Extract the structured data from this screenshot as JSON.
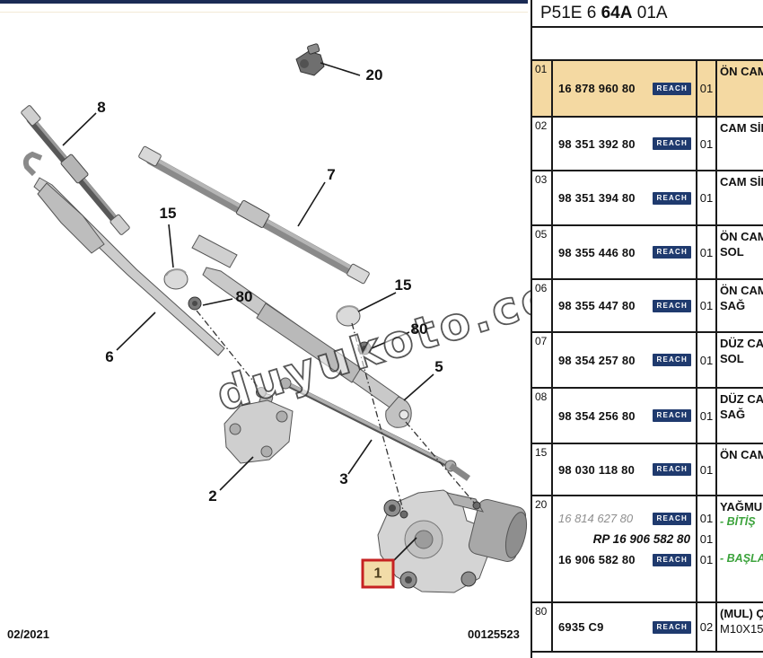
{
  "header": {
    "code": [
      "P51E 6 ",
      "64A",
      " 01A"
    ]
  },
  "reach_label": "REACH",
  "watermark": "duyukoto.com",
  "footer": {
    "date": "02/2021",
    "doc_number": "00125523"
  },
  "colors": {
    "row_highlight": "#F4D9A2",
    "reach_badge_bg": "#1F3A6E",
    "callout_box_border": "#C62222",
    "callout_box_fill": "#F2DCA8",
    "green_note": "#3CA33C",
    "top_bar_navy": "#1B2B55"
  },
  "diagram": {
    "callouts": [
      {
        "label": "20"
      },
      {
        "label": "8"
      },
      {
        "label": "7"
      },
      {
        "label": "6"
      },
      {
        "label": "15"
      },
      {
        "label": "80"
      },
      {
        "label": "15"
      },
      {
        "label": "80"
      },
      {
        "label": "5"
      },
      {
        "label": "3"
      },
      {
        "label": "2"
      },
      {
        "label": "1"
      }
    ]
  },
  "table": {
    "rows": [
      {
        "item": "01",
        "highlight": true,
        "lines": [
          {
            "number": "16 878 960 80",
            "qty": "01",
            "reach": true
          }
        ],
        "desc": [
          {
            "text": "ÖN CAM"
          }
        ]
      },
      {
        "item": "02",
        "lines": [
          {
            "number": "98 351 392 80",
            "qty": "01",
            "reach": true
          }
        ],
        "desc": [
          {
            "text": "CAM SİL"
          }
        ]
      },
      {
        "item": "03",
        "lines": [
          {
            "number": "98 351 394 80",
            "qty": "01",
            "reach": true
          }
        ],
        "desc": [
          {
            "text": "CAM SİL"
          }
        ]
      },
      {
        "item": "05",
        "lines": [
          {
            "number": "98 355 446 80",
            "qty": "01",
            "reach": true
          }
        ],
        "desc": [
          {
            "text": "ÖN CAM"
          },
          {
            "text": "SOL"
          }
        ]
      },
      {
        "item": "06",
        "lines": [
          {
            "number": "98 355 447 80",
            "qty": "01",
            "reach": true
          }
        ],
        "desc": [
          {
            "text": "ÖN CAM"
          },
          {
            "text": "SAĞ"
          }
        ]
      },
      {
        "item": "07",
        "lines": [
          {
            "number": "98 354 257 80",
            "qty": "01",
            "reach": true
          }
        ],
        "desc": [
          {
            "text": "DÜZ CA"
          },
          {
            "text": "SOL"
          }
        ]
      },
      {
        "item": "08",
        "lines": [
          {
            "number": "98 354 256 80",
            "qty": "01",
            "reach": true
          }
        ],
        "desc": [
          {
            "text": "DÜZ CA"
          },
          {
            "text": "SAĞ"
          }
        ]
      },
      {
        "item": "15",
        "lines": [
          {
            "number": "98 030 118 80",
            "qty": "01",
            "reach": true
          }
        ],
        "desc": [
          {
            "text": "ÖN CAM"
          }
        ]
      },
      {
        "item": "20",
        "lines": [
          {
            "number": "16 814 627 80",
            "qty": "01",
            "reach": true,
            "style": "italic-gray"
          },
          {
            "number": "RP 16 906 582 80",
            "qty": "01",
            "reach": false,
            "style": "bold-italic-right"
          },
          {
            "number": "16 906 582 80",
            "qty": "01",
            "reach": true,
            "style": "bold"
          }
        ],
        "desc": [
          {
            "text": "YAĞMU"
          },
          {
            "text": "- BİTİŞ",
            "style": "green"
          },
          {
            "text": "- BAŞLA",
            "style": "green"
          }
        ]
      },
      {
        "item": "80",
        "lines": [
          {
            "number": "6935 C9",
            "qty": "02",
            "reach": true
          }
        ],
        "desc": [
          {
            "text": "(MUL) Ç"
          },
          {
            "text": "M10X15",
            "style": "regular"
          }
        ]
      }
    ]
  }
}
